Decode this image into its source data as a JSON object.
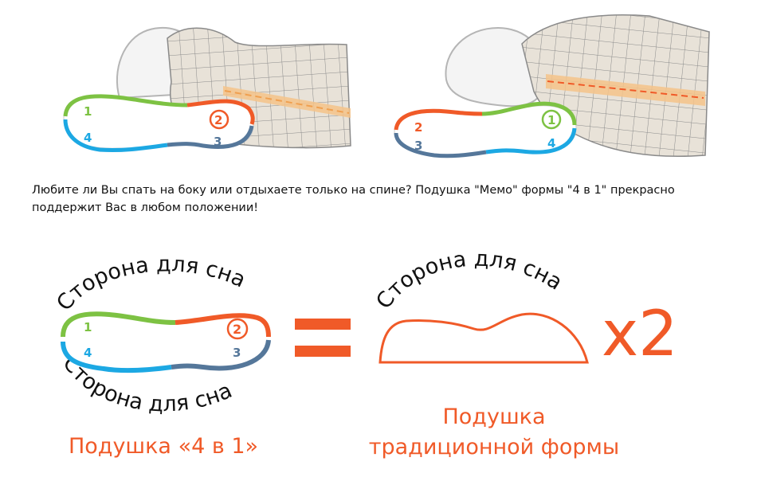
{
  "colors": {
    "accent": "#f05a28",
    "green": "#7dc243",
    "blue": "#1ca8e3",
    "steel": "#55779a",
    "mesh_fill": "#e8e2d8",
    "mesh_line": "#8a8a8a",
    "spine": "#f5c38a",
    "text": "#111111"
  },
  "illustrations": {
    "side_sleeper": {
      "labels": [
        "1",
        "2",
        "3",
        "4"
      ]
    },
    "back_sleeper": {
      "labels": [
        "2",
        "1",
        "3",
        "4"
      ]
    }
  },
  "description": "Любите ли Вы спать на боку или отдыхаете только на спине? Подушка \"Мемо\" формы \"4 в 1\" прекрасно поддержит Вас в любом положении!",
  "comparison": {
    "pillow_4in1": {
      "top_arc_text": "Сторона для сна",
      "bottom_arc_text": "Сторона для сна",
      "labels": [
        "1",
        "2",
        "3",
        "4"
      ],
      "caption": "Подушка «4 в 1»"
    },
    "equals_sign": "=",
    "traditional": {
      "arc_text": "Сторона для сна",
      "caption_line1": "Подушка",
      "caption_line2": "традиционной формы"
    },
    "multiplier": "x2"
  }
}
